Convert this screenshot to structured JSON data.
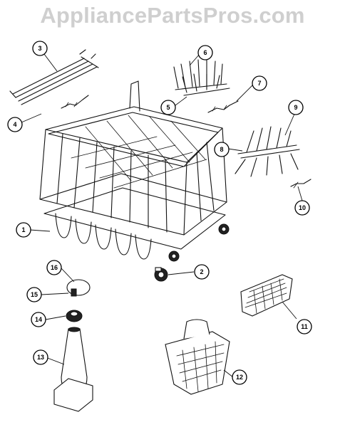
{
  "watermark": "AppliancePartsPros.com",
  "callouts": [
    "3",
    "4",
    "6",
    "5",
    "7",
    "9",
    "8",
    "10",
    "1",
    "2",
    "16",
    "15",
    "14",
    "13",
    "11",
    "12"
  ]
}
